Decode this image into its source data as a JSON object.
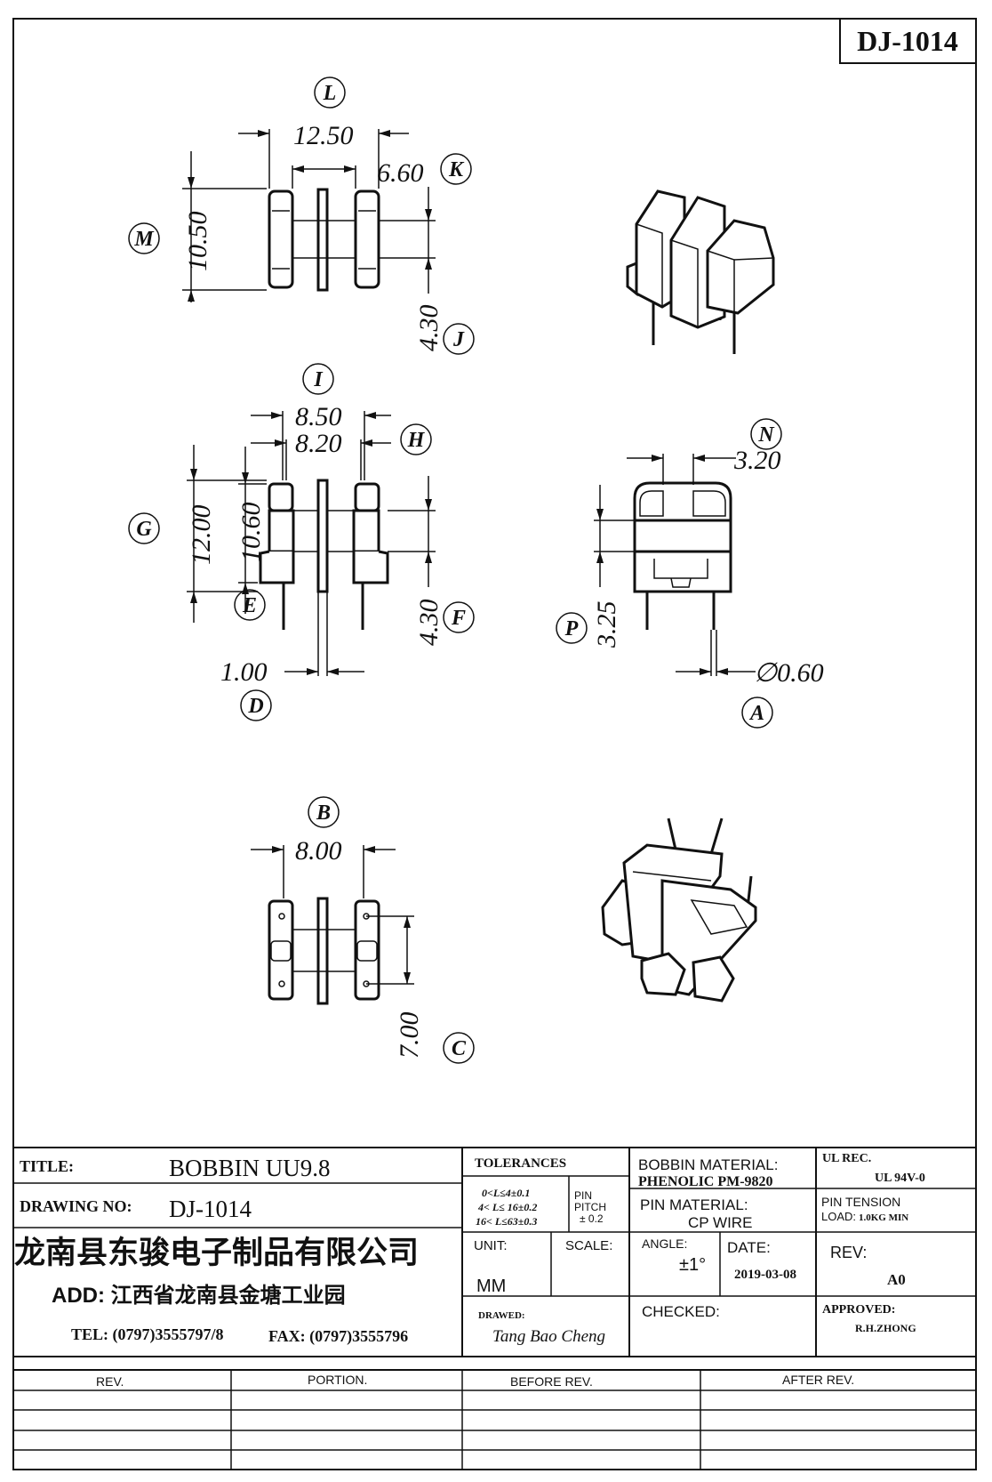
{
  "drawing_code": "DJ-1014",
  "views": {
    "top": {
      "dims": [
        {
          "name": "L",
          "value": "12.50"
        },
        {
          "name": "K",
          "value": "6.60"
        },
        {
          "name": "M",
          "value": "10.50"
        },
        {
          "name": "J",
          "value": "4.30"
        }
      ]
    },
    "front": {
      "dims": [
        {
          "name": "I",
          "value": "8.50"
        },
        {
          "name": "H",
          "value": "8.20"
        },
        {
          "name": "G",
          "value": "12.00"
        },
        {
          "name": "E",
          "value": "10.60"
        },
        {
          "name": "F",
          "value": "4.30"
        },
        {
          "name": "D",
          "value": "1.00"
        }
      ]
    },
    "side": {
      "dims": [
        {
          "name": "N",
          "value": "3.20"
        },
        {
          "name": "P",
          "value": "3.25"
        },
        {
          "name": "A",
          "value": "∅0.60"
        }
      ]
    },
    "bottom": {
      "dims": [
        {
          "name": "B",
          "value": "8.00"
        },
        {
          "name": "C",
          "value": "7.00"
        }
      ]
    }
  },
  "title_block": {
    "title_label": "TITLE:",
    "title_value": "BOBBIN UU9.8",
    "drawing_no_label": "DRAWING NO:",
    "drawing_no_value": "DJ-1014",
    "company": "龙南县东骏电子制品有限公司",
    "address": "ADD: 江西省龙南县金塘工业园",
    "tel": "TEL: (0797)3555797/8",
    "fax": "FAX: (0797)3555796",
    "tolerances_label": "TOLERANCES",
    "tol_line1": "0<L≤4±0.1",
    "tol_line2": "4< L≤ 16±0.2",
    "tol_line3": "16< L≤63±0.3",
    "pin_pitch_label1": "PIN",
    "pin_pitch_label2": "PITCH",
    "pin_pitch_value": "± 0.2",
    "unit_label": "UNIT:",
    "unit_value": "MM",
    "scale_label": "SCALE:",
    "drawn_label": "DRAWED:",
    "drawn_value": "Tang Bao Cheng",
    "bobbin_material_label": "BOBBIN MATERIAL:",
    "bobbin_material_value": "PHENOLIC   PM-9820",
    "pin_material_label": "PIN MATERIAL:",
    "pin_material_value": "CP WIRE",
    "angle_label": "ANGLE:",
    "angle_value": "±1°",
    "date_label": "DATE:",
    "date_value": "2019-03-08",
    "checked_label": "CHECKED:",
    "ul_label": "UL REC.",
    "ul_value": "UL  94V-0",
    "pin_tension_label": "PIN TENSION",
    "pin_tension_value_label": "LOAD:",
    "pin_tension_value": "1.0KG MIN",
    "rev_label": "REV:",
    "rev_value": "A0",
    "approved_label": "APPROVED:",
    "approved_value": "R.H.ZHONG"
  },
  "revision_table": {
    "headers": [
      "REV.",
      "PORTION.",
      "BEFORE REV.",
      "AFTER REV."
    ]
  }
}
